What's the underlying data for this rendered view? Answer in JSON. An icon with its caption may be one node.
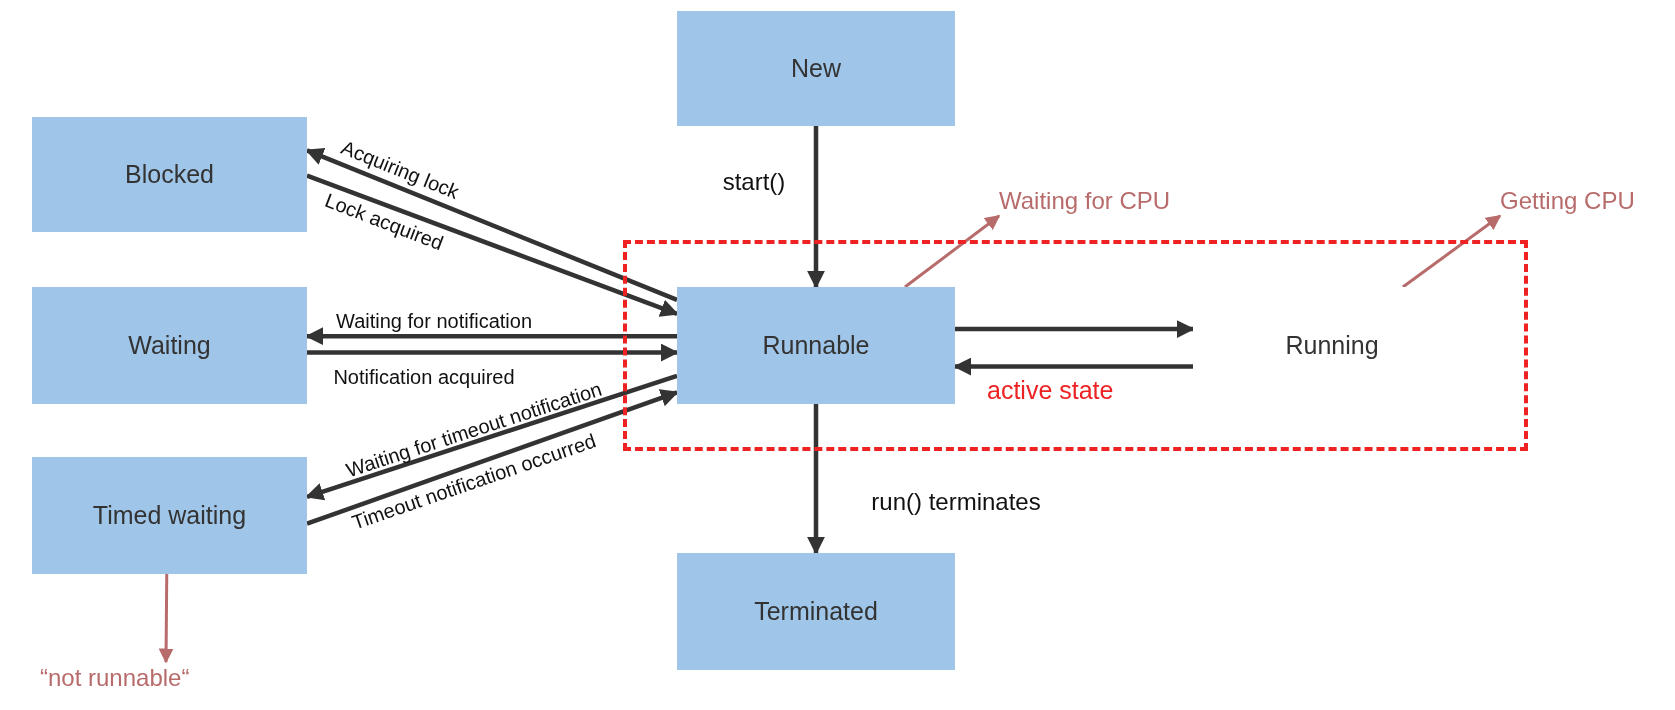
{
  "diagram": {
    "nodes": [
      {
        "text": [
          "New"
        ]
      },
      {
        "text": [
          "Blocked"
        ]
      },
      {
        "text": [
          "Waiting for CPU"
        ]
      },
      {
        "text": [
          "Getting CPU"
        ]
      },
      {
        "text": [
          "active state"
        ]
      },
      {
        "text": [
          "Waiting"
        ]
      },
      {
        "text": [
          "Runnable"
        ],
        "in": 4
      },
      {
        "text": [
          "Running"
        ],
        "in": 4
      },
      {
        "text": [
          "Timed waiting"
        ]
      },
      {
        "text": [
          "Terminated"
        ]
      },
      {
        "text": [
          "“not runnable“"
        ]
      }
    ],
    "edges": [
      {
        "from": 0,
        "to": 6,
        "arrow": "to",
        "label": "start()"
      },
      {
        "from": 6,
        "to": 1,
        "arrow": "to",
        "label": "Acquiring lock"
      },
      {
        "from": 1,
        "to": 6,
        "arrow": "to",
        "label": "Lock acquired"
      },
      {
        "from": 6,
        "to": 5,
        "arrow": "to",
        "label": "Waiting for notification"
      },
      {
        "from": 5,
        "to": 6,
        "arrow": "to",
        "label": "Notification acquired"
      },
      {
        "from": 6,
        "to": 8,
        "arrow": "to",
        "label": "Waiting for timeout notification"
      },
      {
        "from": 8,
        "to": 6,
        "arrow": "to",
        "label": "Timeout notification occurred"
      },
      {
        "from": 6,
        "to": 7,
        "arrow": "to"
      },
      {
        "from": 7,
        "to": 6,
        "arrow": "to"
      },
      {
        "from": 6,
        "to": 9,
        "arrow": "to",
        "label": "run() terminates"
      },
      {
        "from": 6,
        "to": 2,
        "arrow": "to",
        "color": "#b86b6b"
      },
      {
        "from": 7,
        "to": 3,
        "arrow": "to",
        "color": "#b86b6b"
      },
      {
        "from": 8,
        "to": 10,
        "arrow": "to",
        "color": "#b86b6b"
      }
    ]
  }
}
